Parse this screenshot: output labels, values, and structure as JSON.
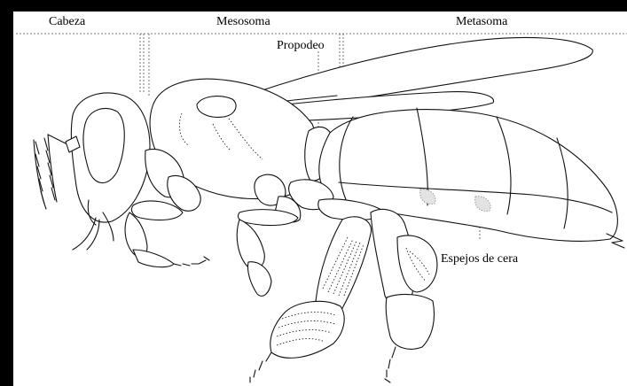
{
  "labels": {
    "cabeza": "Cabeza",
    "mesosoma": "Mesosoma",
    "metasoma": "Metasoma",
    "propodeo": "Propodeo",
    "espejos": "Espejos de cera"
  },
  "colors": {
    "frame": "#000000",
    "outline": "#111111",
    "wax_fill": "#e3e3e3"
  }
}
